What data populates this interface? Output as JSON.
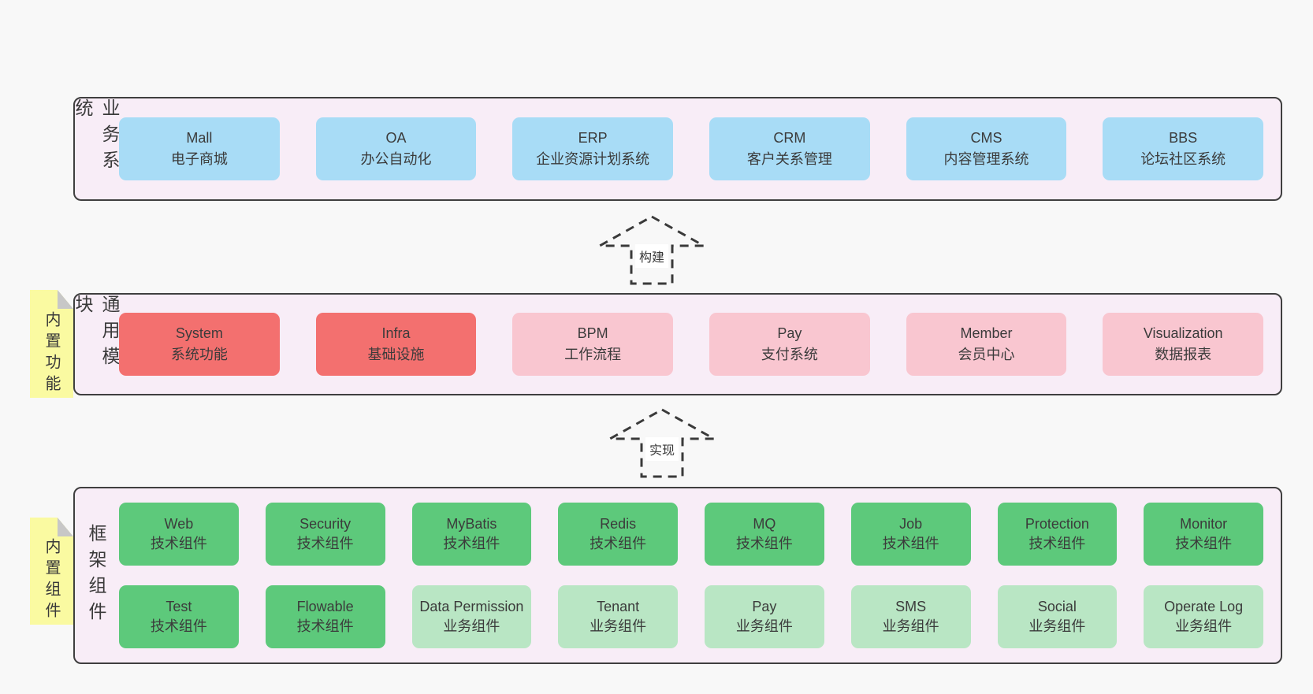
{
  "diagram": {
    "colors": {
      "page_bg": "#f8f8f8",
      "panel_bg": "#f8edf7",
      "panel_border": "#3f3f3f",
      "sticky_bg": "#fafaa1",
      "sticky_fold": "#c7c7c7",
      "blue": "#a8dcf6",
      "red": "#f3706f",
      "pink": "#f9c6d0",
      "green": "#5dc97b",
      "lightgreen": "#b9e6c4",
      "text": "#3b3b3b"
    },
    "arrows": [
      {
        "id": "build",
        "label": "构建"
      },
      {
        "id": "implement",
        "label": "实现"
      }
    ],
    "layers": [
      {
        "id": "business-systems",
        "label": "业务系统",
        "sticky": null,
        "rows": [
          [
            {
              "name": "Mall",
              "desc": "电子商城",
              "variant": "blue"
            },
            {
              "name": "OA",
              "desc": "办公自动化",
              "variant": "blue"
            },
            {
              "name": "ERP",
              "desc": "企业资源计划系统",
              "variant": "blue"
            },
            {
              "name": "CRM",
              "desc": "客户关系管理",
              "variant": "blue"
            },
            {
              "name": "CMS",
              "desc": "内容管理系统",
              "variant": "blue"
            },
            {
              "name": "BBS",
              "desc": "论坛社区系统",
              "variant": "blue"
            }
          ]
        ]
      },
      {
        "id": "common-modules",
        "label": "通用模块",
        "sticky": "内置功能",
        "rows": [
          [
            {
              "name": "System",
              "desc": "系统功能",
              "variant": "red"
            },
            {
              "name": "Infra",
              "desc": "基础设施",
              "variant": "red"
            },
            {
              "name": "BPM",
              "desc": "工作流程",
              "variant": "pink"
            },
            {
              "name": "Pay",
              "desc": "支付系统",
              "variant": "pink"
            },
            {
              "name": "Member",
              "desc": "会员中心",
              "variant": "pink"
            },
            {
              "name": "Visualization",
              "desc": "数据报表",
              "variant": "pink"
            }
          ]
        ]
      },
      {
        "id": "framework-components",
        "label": "框架组件",
        "sticky": "内置组件",
        "rows": [
          [
            {
              "name": "Web",
              "desc": "技术组件",
              "variant": "green"
            },
            {
              "name": "Security",
              "desc": "技术组件",
              "variant": "green"
            },
            {
              "name": "MyBatis",
              "desc": "技术组件",
              "variant": "green"
            },
            {
              "name": "Redis",
              "desc": "技术组件",
              "variant": "green"
            },
            {
              "name": "MQ",
              "desc": "技术组件",
              "variant": "green"
            },
            {
              "name": "Job",
              "desc": "技术组件",
              "variant": "green"
            },
            {
              "name": "Protection",
              "desc": "技术组件",
              "variant": "green"
            },
            {
              "name": "Monitor",
              "desc": "技术组件",
              "variant": "green"
            }
          ],
          [
            {
              "name": "Test",
              "desc": "技术组件",
              "variant": "green"
            },
            {
              "name": "Flowable",
              "desc": "技术组件",
              "variant": "green"
            },
            {
              "name": "Data Permission",
              "desc": "业务组件",
              "variant": "lightgreen"
            },
            {
              "name": "Tenant",
              "desc": "业务组件",
              "variant": "lightgreen"
            },
            {
              "name": "Pay",
              "desc": "业务组件",
              "variant": "lightgreen"
            },
            {
              "name": "SMS",
              "desc": "业务组件",
              "variant": "lightgreen"
            },
            {
              "name": "Social",
              "desc": "业务组件",
              "variant": "lightgreen"
            },
            {
              "name": "Operate Log",
              "desc": "业务组件",
              "variant": "lightgreen"
            }
          ]
        ]
      }
    ]
  }
}
